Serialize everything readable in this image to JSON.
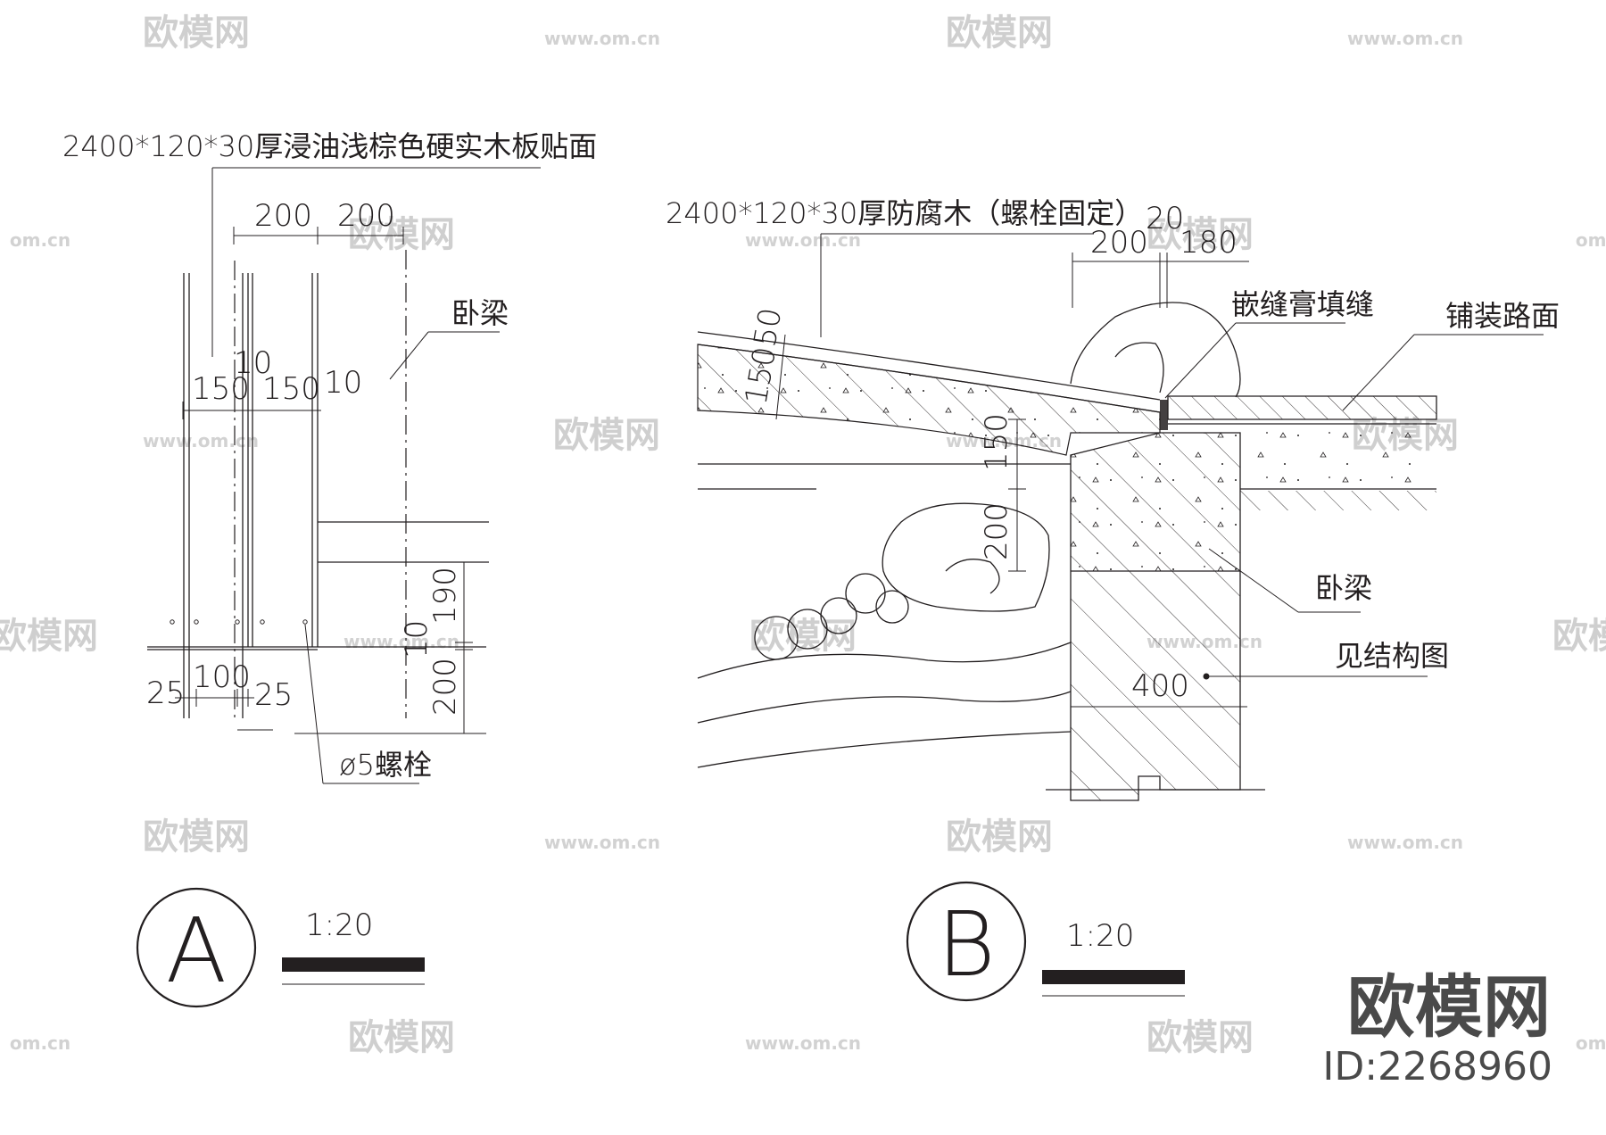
{
  "watermark": {
    "brand": "欧模网",
    "url": "www.om.cn",
    "short_url": "om.cn"
  },
  "detail_a": {
    "title_note": "2400*120*30厚浸油浅棕色硬实木板贴面",
    "beam_label": "卧梁",
    "bolt_label": "ø5螺栓",
    "dims": {
      "top_200_left": "200",
      "top_200_right": "200",
      "d150_left": "150",
      "d10_mid": "10",
      "d150_right": "150",
      "d10_right": "10",
      "d25_left": "25",
      "d100": "100",
      "d25_right": "25",
      "d10_vert": "10",
      "d190": "190",
      "d200": "200"
    },
    "symbol": "A",
    "scale": "1:20"
  },
  "detail_b": {
    "title_note": "2400*120*30厚防腐木（螺栓固定）",
    "filler_label": "嵌缝膏填缝",
    "paving_label": "铺装路面",
    "beam_label": "卧梁",
    "structure_label": "见结构图",
    "dims": {
      "d200_top": "200",
      "d20": "20",
      "d180": "180",
      "d150_slope": "150",
      "d50": "50",
      "d150_vert": "150",
      "d200_vert": "200",
      "d400": "400"
    },
    "symbol": "B",
    "scale": "1:20"
  },
  "footer": {
    "brand": "欧模网",
    "id": "ID:2268960"
  }
}
